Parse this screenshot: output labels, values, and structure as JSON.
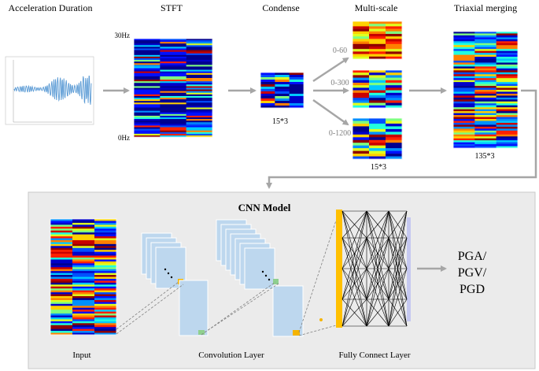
{
  "titles": {
    "acceleration": "Acceleration Duration",
    "stft": "STFT",
    "condense": "Condense",
    "multiscale": "Multi-scale",
    "merging": "Triaxial merging"
  },
  "stft_axis": {
    "top": "30Hz",
    "bottom": "0Hz"
  },
  "scales": [
    "0-60",
    "0-300",
    "0-1200"
  ],
  "dims": {
    "condense": "15*3",
    "multiscale": "15*3",
    "merged": "135*3"
  },
  "cnn": {
    "title": "CNN Model",
    "input_label": "Input",
    "conv_label": "Convolution Layer",
    "fc_label": "Fully Connect Layer",
    "outputs": [
      "PGA/",
      "PGV/",
      "PGD"
    ]
  },
  "colors": {
    "arrow": "#a6a6a6",
    "panel_bg": "#ebebeb",
    "panel_border": "#c8c8c8",
    "feature_map": "#bdd7ee",
    "fc_bar": "#ffc000",
    "fc_side": "#c5c8f0",
    "conv_highlight": "#f5b400",
    "conv_target": "#8fd08f",
    "waveform": "#5b9bd5"
  }
}
